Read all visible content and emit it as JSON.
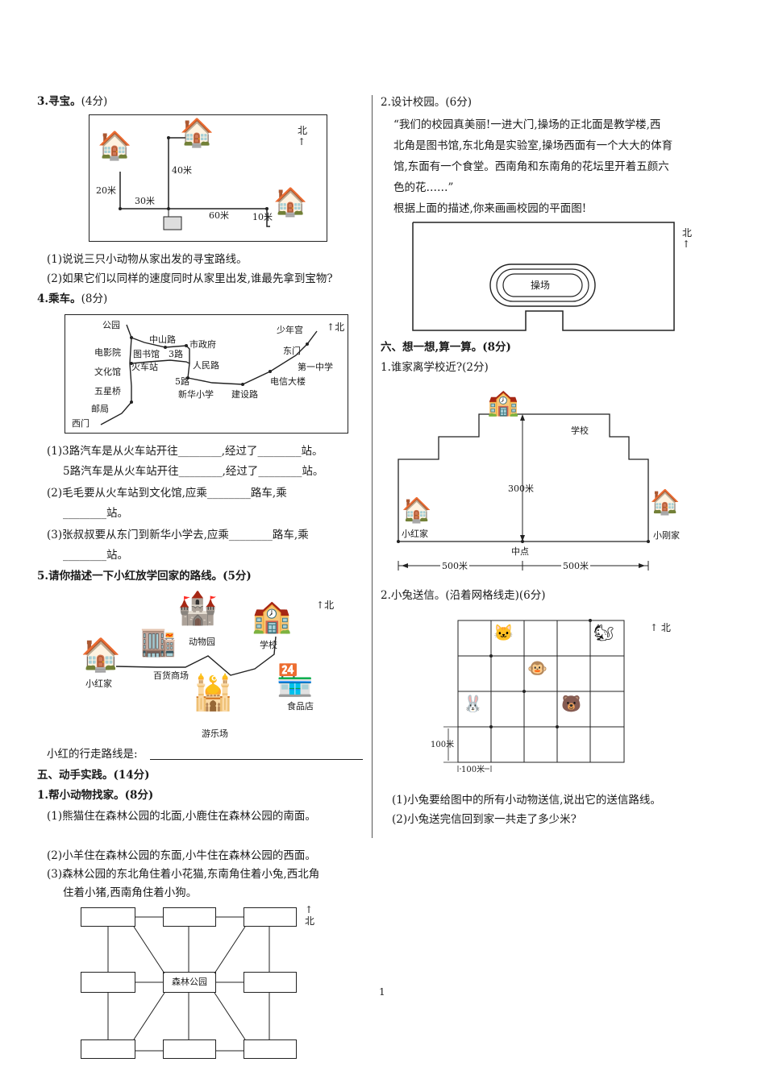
{
  "left": {
    "q3": {
      "title": "3.寻宝。",
      "score": "(4分)",
      "north": "北",
      "labels": [
        "20米",
        "30米",
        "40米",
        "60米",
        "10米"
      ],
      "sub1": "(1)说说三只小动物从家出发的寻宝路线。",
      "sub2": "(2)如果它们以同样的速度同时从家里出发,谁最先拿到宝物?"
    },
    "q4": {
      "title": "4.乘车。",
      "score": "(8分)",
      "north": "北",
      "stops": [
        "公园",
        "中山路",
        "市政府",
        "少年宫",
        "电影院",
        "图书馆",
        "3路",
        "东门",
        "文化馆",
        "火车站",
        "人民路",
        "第一中学",
        "五星桥",
        "5路",
        "电信大楼",
        "邮局",
        "新华小学",
        "建设路",
        "西门"
      ],
      "q1a": "(1)3路汽车是从火车站开往________,经过了________站。",
      "q1b": "5路汽车是从火车站开往________,经过了________站。",
      "q2a": "(2)毛毛要从火车站到文化馆,应乘________路车,乘",
      "q2b": "________站。",
      "q3a": "(3)张叔叔要从东门到新华小学去,应乘________路车,乘",
      "q3b": "________站。"
    },
    "q5": {
      "title": "5.请你描述一下小红放学回家的路线。(5分)",
      "north": "北",
      "places": [
        "动物园",
        "学校",
        "小红家",
        "百货商场",
        "食品店",
        "游乐场"
      ],
      "route": "小红的行走路线是:"
    },
    "sec5": {
      "title": "五、动手实践。(14分)",
      "sub_title": "1.帮小动物找家。(8分)",
      "p1": "(1)熊猫住在森林公园的北面,小鹿住在森林公园的南面。",
      "p2": "(2)小羊住在森林公园的东面,小牛住在森林公园的西面。",
      "p3a": "(3)森林公园的东北角住着小花猫,东南角住着小兔,西北角",
      "p3b": "住着小猪,西南角住着小狗。",
      "north": "北",
      "center": "森林公园"
    }
  },
  "right": {
    "q2": {
      "title": "2.设计校园。(6分)",
      "p1": "“我们的校园真美丽!一进大门,操场的正北面是教学楼,西",
      "p2": "北角是图书馆,东北角是实验室,操场西面有一个大大的体育",
      "p3": "馆,东面有一个食堂。西南角和东南角的花坛里开着五颜六",
      "p4": "色的花……”",
      "p5": "根据上面的描述,你来画画校园的平面图!",
      "field": "操场",
      "north": "北"
    },
    "sec6": {
      "title": "六、想一想,算一算。(8分)",
      "q1": "1.谁家离学校近?(2分)",
      "school": "学校",
      "dist": "300米",
      "home1": "小红家",
      "home2": "小刚家",
      "mid": "中点",
      "left_dist": "500米",
      "right_dist": "500米",
      "q2": "2.小兔送信。(沿着网格线走)(6分)",
      "north": "北",
      "scale_v": "100米",
      "scale_h": "100米",
      "sub1": "(1)小兔要给图中的所有小动物送信,说出它的送信路线。",
      "sub2": "(2)小兔送完信回到家一共走了多少米?"
    }
  },
  "page_number": "1"
}
